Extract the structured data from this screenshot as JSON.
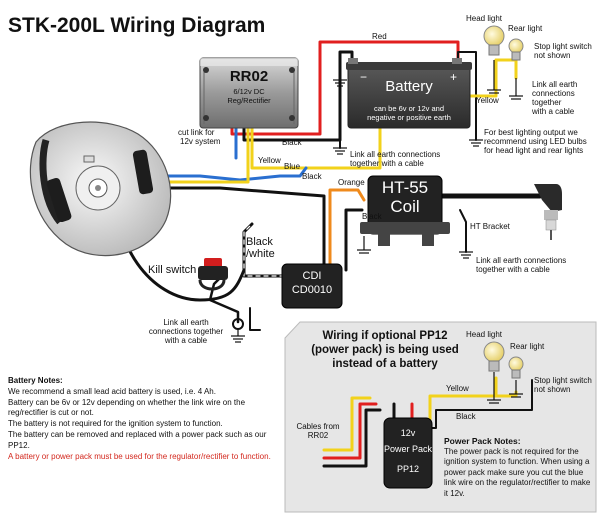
{
  "title": "STK-200L Wiring Diagram",
  "regulator": {
    "name": "RR02",
    "sub1": "6/12v DC",
    "sub2": "Reg/Rectifier"
  },
  "battery": {
    "name": "Battery",
    "desc1": "can be 6v or 12v and",
    "desc2": "negative or positive earth",
    "neg": "−",
    "pos": "+"
  },
  "coil": {
    "line1": "HT-55",
    "line2": "Coil"
  },
  "cdi": {
    "line1": "CDI",
    "line2": "CD0010"
  },
  "powerpack": {
    "line1": "12v",
    "line2": "Power Pack",
    "line3": "PP12"
  },
  "labels": {
    "red": "Red",
    "black_top": "Black",
    "black_mid": "Black",
    "black_coil": "Black",
    "black_pp": "Black",
    "yellow": "Yellow",
    "yellow_top": "Yellow",
    "yellow_pp": "Yellow",
    "blue": "Blue",
    "orange": "Orange",
    "black_white": [
      "Black",
      "/white"
    ],
    "cut_link": [
      "cut link for",
      "12v system"
    ],
    "kill_switch": "Kill switch",
    "earth_battery": [
      "Link all earth connections",
      "together with a cable"
    ],
    "earth_coil": [
      "Link all earth connections",
      "together with a cable"
    ],
    "earth_kill": [
      "Link all earth",
      "connections together",
      "with a cable"
    ],
    "earth_lights": [
      "Link all earth",
      "connections",
      "together",
      "with a cable"
    ],
    "headlight": "Head light",
    "rearlight": "Rear light",
    "stoplight": [
      "Stop light switch",
      "not shown"
    ],
    "led_note": [
      "For best lighting output we",
      "recommend using LED bulbs",
      "for head light and rear lights"
    ],
    "ht_bracket": "HT Bracket",
    "pp_headlight": "Head light",
    "pp_rearlight": "Rear light",
    "pp_stoplight": [
      "Stop light switch",
      "not shown"
    ],
    "cables_from": [
      "Cables from",
      "RR02"
    ]
  },
  "pp_title": [
    "Wiring if optional PP12",
    "(power pack) is being used",
    "instead of a battery"
  ],
  "battery_notes": {
    "heading": "Battery Notes:",
    "lines": [
      "We recommend a small lead acid battery is used, i.e. 4 Ah.",
      "Battery can be 6v or 12v depending on whether the link wire on the reg/rectifier is cut or not.",
      "The battery is not required for the ignition system to function.",
      "The battery can be removed and replaced with a power pack such as our PP12."
    ],
    "warning": "A battery or power pack must be used for the regulator/rectifier to function."
  },
  "pp_notes": {
    "heading": "Power Pack Notes:",
    "text": "The power pack is not required for the ignition system to function. When using a power pack make sure you cut the blue link wire on the regulator/rectifier to make it 12v."
  },
  "colors": {
    "wire_red": "#e11f1f",
    "wire_yellow": "#f2d21b",
    "wire_blue": "#2a6fd0",
    "wire_orange": "#ef8a1c",
    "wire_black": "#111111",
    "component_dark": "#2b2b2b",
    "panel_grey": "#e6e6e6",
    "warning_red": "#d3281e"
  },
  "icons": [
    "ground-symbol-icon",
    "bulb-icon",
    "spark-plug-icon",
    "stator-icon"
  ]
}
